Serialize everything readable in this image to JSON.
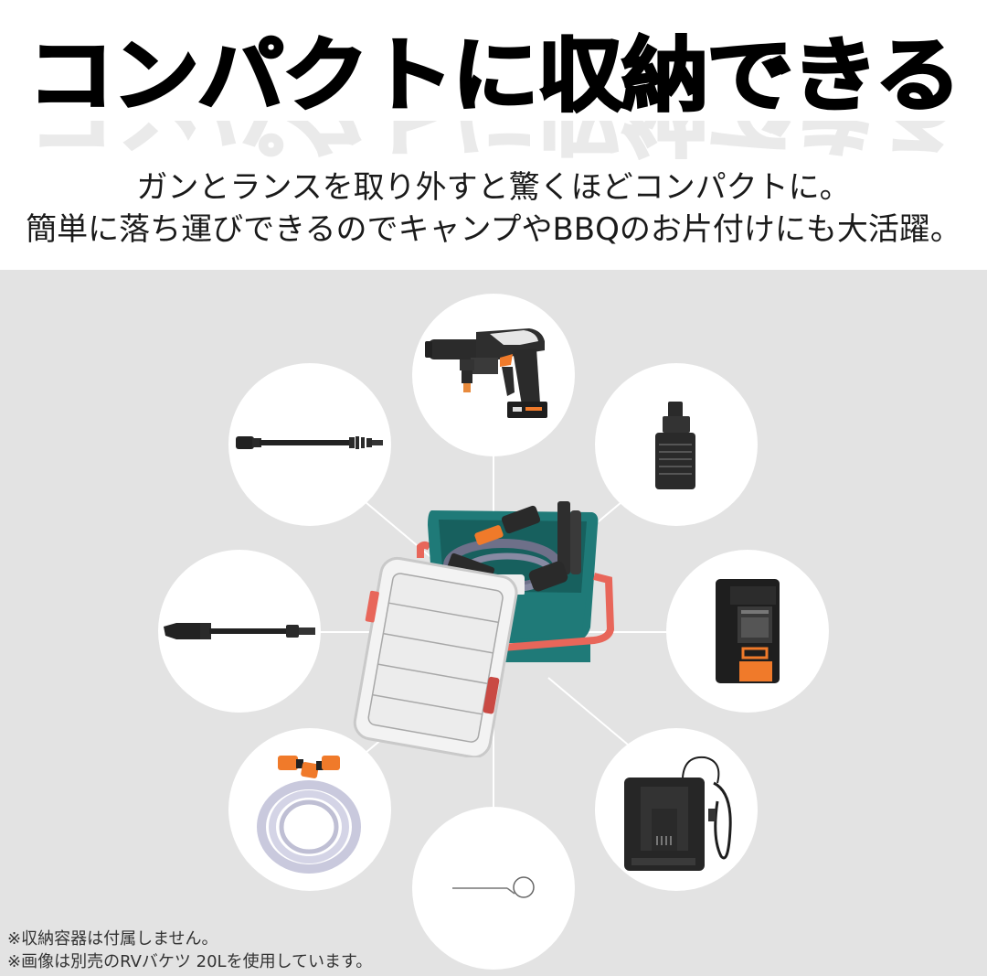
{
  "header": {
    "title": "コンパクトに収納できる",
    "subtitle_line1": "ガンとランスを取り外すと驚くほどコンパクトに。",
    "subtitle_line2": "簡単に落ち運びできるのでキャンプやBBQのお片付けにも大活躍。"
  },
  "colors": {
    "background_gray": "#e3e3e3",
    "bucket_teal": "#1f7a78",
    "handle_coral": "#e8665a",
    "accent_orange": "#f07a2a",
    "product_black": "#2a2a2a"
  },
  "center_item": {
    "icon": "storage-bucket-icon"
  },
  "items": [
    {
      "id": "gun",
      "icon": "spray-gun-icon"
    },
    {
      "id": "lance-long",
      "icon": "lance-icon"
    },
    {
      "id": "adapter",
      "icon": "hose-adapter-icon"
    },
    {
      "id": "nozzle",
      "icon": "nozzle-icon"
    },
    {
      "id": "battery",
      "icon": "battery-icon"
    },
    {
      "id": "hose",
      "icon": "hose-icon"
    },
    {
      "id": "cleaning-pin",
      "icon": "cleaning-pin-icon"
    },
    {
      "id": "charger",
      "icon": "charger-icon"
    }
  ],
  "notes": {
    "note1": "※収納容器は付属しません。",
    "note2": "※画像は別売のRVバケツ 20Lを使用しています。"
  }
}
